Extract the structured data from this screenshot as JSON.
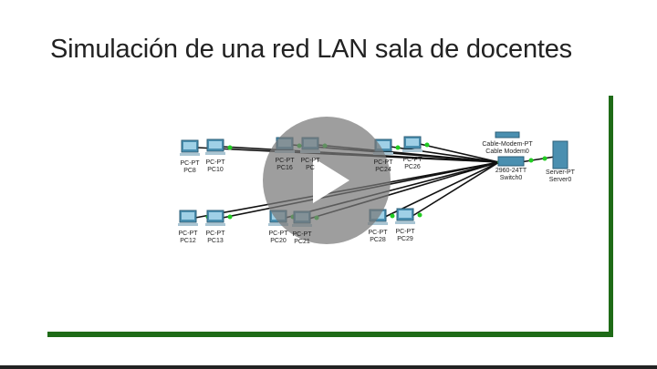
{
  "title": "Simulación de una red LAN sala de docentes",
  "devices": {
    "pc8": {
      "type": "PC-PT",
      "name": "PC8"
    },
    "pc10": {
      "type": "PC-PT",
      "name": "PC10"
    },
    "pc16": {
      "type": "PC-PT",
      "name": "PC16"
    },
    "pc17": {
      "type": "PC-PT",
      "name": "PC"
    },
    "pc24": {
      "type": "PC-PT",
      "name": "PC24"
    },
    "pc26": {
      "type": "PC-PT",
      "name": "PC26"
    },
    "pc12": {
      "type": "PC-PT",
      "name": "PC12"
    },
    "pc13": {
      "type": "PC-PT",
      "name": "PC13"
    },
    "pc20": {
      "type": "PC-PT",
      "name": "PC20"
    },
    "pc21": {
      "type": "PC-PT",
      "name": "PC21"
    },
    "pc28": {
      "type": "PC-PT",
      "name": "PC28"
    },
    "pc29": {
      "type": "PC-PT",
      "name": "PC29"
    },
    "modem": {
      "type": "Cable-Modem-PT",
      "name": "Cable Modem0"
    },
    "switch": {
      "type": "2960-24TT",
      "name": "Switch0"
    },
    "server": {
      "type": "Server-PT",
      "name": "Server0"
    }
  },
  "colors": {
    "frame": "#1e6b17",
    "link_light": "#22cc22",
    "device": "#4a8fb0"
  },
  "play_icon": "play-icon"
}
